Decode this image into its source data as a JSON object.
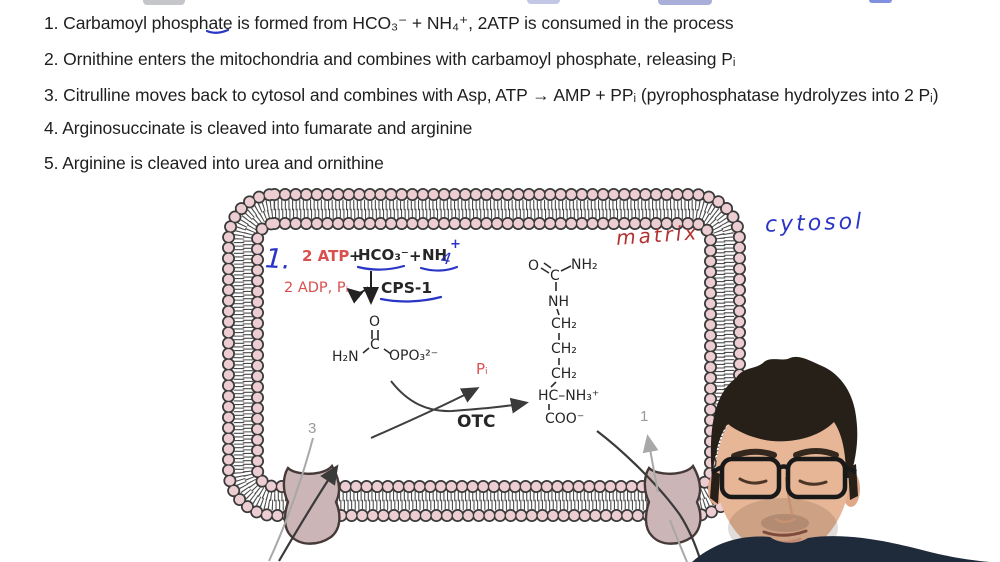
{
  "colors": {
    "reaction_red": "#d95050",
    "handwriting_blue": "#2a35c5",
    "handwriting_red": "#b23230",
    "annotation_grey": "#9b9b9b",
    "membrane_head_pink": "#eccdd2",
    "channel_protein": "#cbb5b7",
    "shirt_navy": "#1f2a3a",
    "skin": "#e7b697",
    "hair": "#272019"
  },
  "notes": {
    "lines": [
      "1. Carbamoyl phosphate is formed from HCO₃⁻ + NH₄⁺, 2ATP is consumed in the process",
      "2. Ornithine enters the mitochondria and combines with carbamoyl phosphate, releasing Pᵢ",
      "3. Citrulline moves back to cytosol and combines with Asp, ATP → AMP + PPᵢ (pyrophosphatase hydrolyzes into 2 Pᵢ)",
      "4. Arginosuccinate is cleaved into fumarate and arginine",
      "5. Arginine is cleaved into urea and ornithine"
    ]
  },
  "diagram": {
    "step_number": "1.",
    "reaction": {
      "substrates": "2 ATP",
      "plus_1": "+",
      "bicarbonate": "HCO₃⁻",
      "plus_2": "+",
      "ammonium_base": "NH",
      "ammonium_sub": "4",
      "ammonium_charge": "+",
      "products": "2 ADP, Pᵢ",
      "enzyme_1": "CPS-1",
      "enzyme_2": "OTC",
      "phosphate": "Pᵢ"
    },
    "carbamoyl_phosphate": {
      "oxygen": "O",
      "carbon": "C",
      "amine": "H₂N",
      "phosphate_group": "OPO₃²⁻"
    },
    "citrulline": {
      "oxygen": "O",
      "carbon": "C",
      "amide": "NH₂",
      "nh": "NH",
      "ch2_1": "CH₂",
      "ch2_2": "CH₂",
      "ch2_3": "CH₂",
      "alpha_carbon": "HC–NH₃⁺",
      "carboxylate": "COO⁻"
    },
    "compartments": {
      "matrix": "matrix",
      "cytosol": "cytosol"
    },
    "transporters": {
      "left_label": "3",
      "right_label": "1"
    }
  }
}
